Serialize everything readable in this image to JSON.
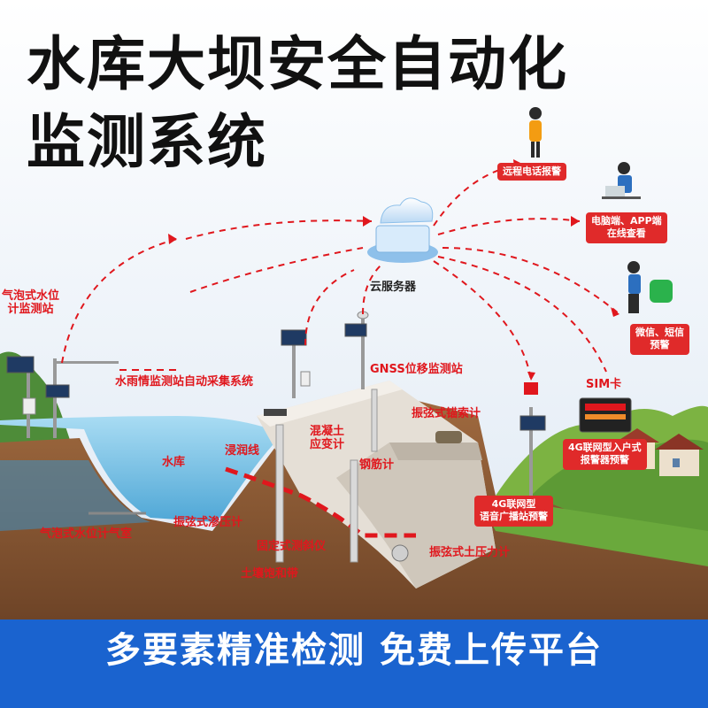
{
  "title": {
    "line1": "水库大坝安全自动化",
    "line2": "监测系统"
  },
  "labels": {
    "cloud_server": "云服务器",
    "bubble_station_l1": "气泡式水位",
    "bubble_station_l2": "计监测站",
    "rain_station": "水雨情监测站自动采集系统",
    "gnss_station": "GNSS位移监测站",
    "concrete_strain_l1": "混凝土",
    "concrete_strain_l2": "应变计",
    "anchor_cable": "振弦式锚索计",
    "rebar_meter": "钢筋计",
    "reservoir": "水库",
    "seepage_line": "浸润线",
    "bubble_chamber": "气泡式水位计气室",
    "seepage_meter": "振弦式渗压计",
    "inclinometer": "固定式测斜仪",
    "saturated_zone": "土壤饱和带",
    "earth_pressure": "振弦式土压力计",
    "sim_card": "SIM卡"
  },
  "boxes": {
    "remote_alarm": "远程电话报警",
    "pc_app_l1": "电脑端、APP端",
    "pc_app_l2": "在线查看",
    "wechat_sms_l1": "微信、短信",
    "wechat_sms_l2": "预警",
    "indoor_alarm_l1": "4G联网型入户式",
    "indoor_alarm_l2": "报警器预警",
    "broadcast_l1": "4G联网型",
    "broadcast_l2": "语音广播站预警"
  },
  "banner": "多要素精准检测 免费上传平台",
  "colors": {
    "accent_red": "#e0171d",
    "banner_blue": "#1a63cf",
    "sky": "#e7eef6",
    "water": "#7cc6ea",
    "soil": "#8a5a36",
    "concrete": "#d7d0c6"
  },
  "icons": [
    "cloud-server-icon",
    "phone-person-icon",
    "laptop-person-icon",
    "wechat-person-icon",
    "alarm-box-icon",
    "solar-panel-icon",
    "gnss-antenna-icon",
    "alarm-light-icon"
  ]
}
